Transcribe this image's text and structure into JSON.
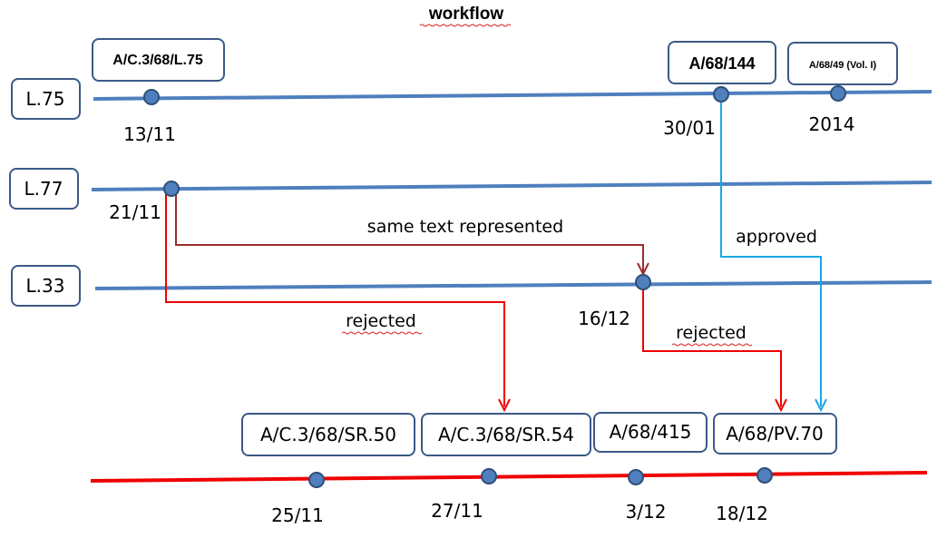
{
  "title": "workflow",
  "colors": {
    "timeline": "#4f7fbd",
    "final_timeline": "#f00000",
    "rejected": "#f00000",
    "same_text": "#9b2c2c",
    "approved": "#1aa7e8"
  },
  "rows": {
    "l75": "L.75",
    "l77": "L.77",
    "l33": "L.33"
  },
  "docs": {
    "ac3_68_l75": "A/C.3/68/L.75",
    "a68_144": "A/68/144",
    "a68_49": "A/68/49 (Vol. I)",
    "ac3_68_sr50": "A/C.3/68/SR.50",
    "ac3_68_sr54": "A/C.3/68/SR.54",
    "a68_415": "A/68/415",
    "a68_pv70": "A/68/PV.70"
  },
  "dates": {
    "d1311": "13/11",
    "d3001": "30/01",
    "d2014": "2014",
    "d2111": "21/11",
    "d1612": "16/12",
    "d2511": "25/11",
    "d2711": "27/11",
    "d0312": "3/12",
    "d1812": "18/12"
  },
  "edges": {
    "same_text": "same text represented",
    "approved": "approved",
    "rejected_1": "rejected",
    "rejected_2": "rejected"
  }
}
